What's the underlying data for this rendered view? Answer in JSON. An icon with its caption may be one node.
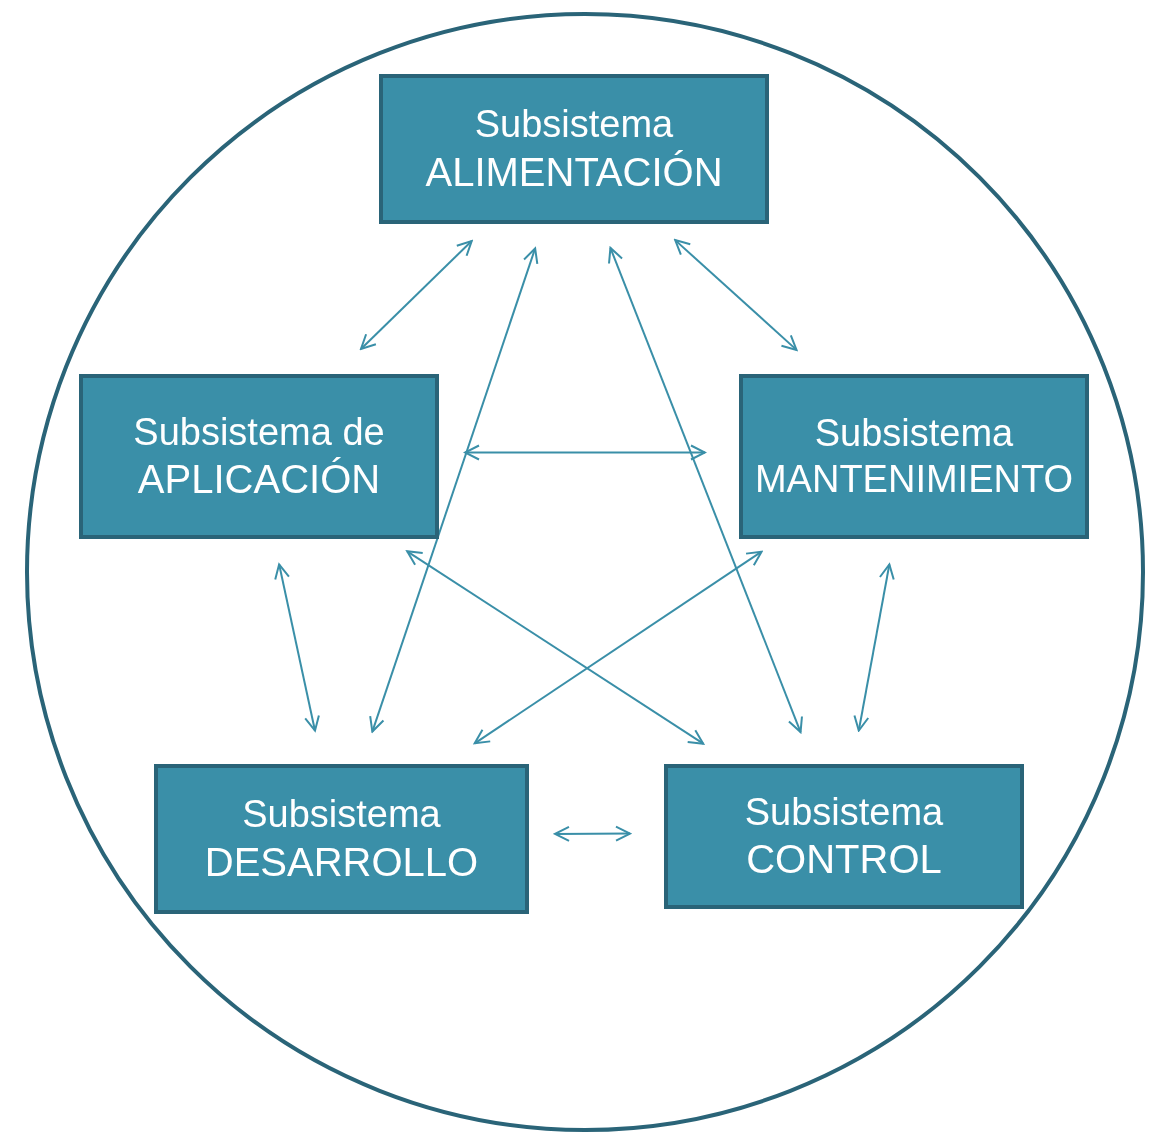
{
  "diagram": {
    "nodes": [
      {
        "text": [],
        "shape": "circle"
      },
      {
        "text": [
          "Subsistema",
          "ALIMENTACIÓN"
        ],
        "in": 0
      },
      {
        "text": [
          "Subsistema de",
          "APLICACIÓN"
        ],
        "in": 0
      },
      {
        "text": [
          "Subsistema",
          "MANTENIMIENTO"
        ],
        "in": 0
      },
      {
        "text": [
          "Subsistema",
          "DESARROLLO"
        ],
        "in": 0
      },
      {
        "text": [
          "Subsistema",
          "CONTROL"
        ],
        "in": 0
      }
    ],
    "edges": [
      {
        "from": 1,
        "to": 2,
        "arrow": "both"
      },
      {
        "from": 1,
        "to": 3,
        "arrow": "both"
      },
      {
        "from": 1,
        "to": 4,
        "arrow": "both"
      },
      {
        "from": 1,
        "to": 5,
        "arrow": "both"
      },
      {
        "from": 2,
        "to": 3,
        "arrow": "both"
      },
      {
        "from": 2,
        "to": 5,
        "arrow": "both"
      },
      {
        "from": 2,
        "to": 4,
        "arrow": "both"
      },
      {
        "from": 3,
        "to": 4,
        "arrow": "both"
      },
      {
        "from": 3,
        "to": 5,
        "arrow": "both"
      },
      {
        "from": 4,
        "to": 5,
        "arrow": "both"
      }
    ]
  }
}
